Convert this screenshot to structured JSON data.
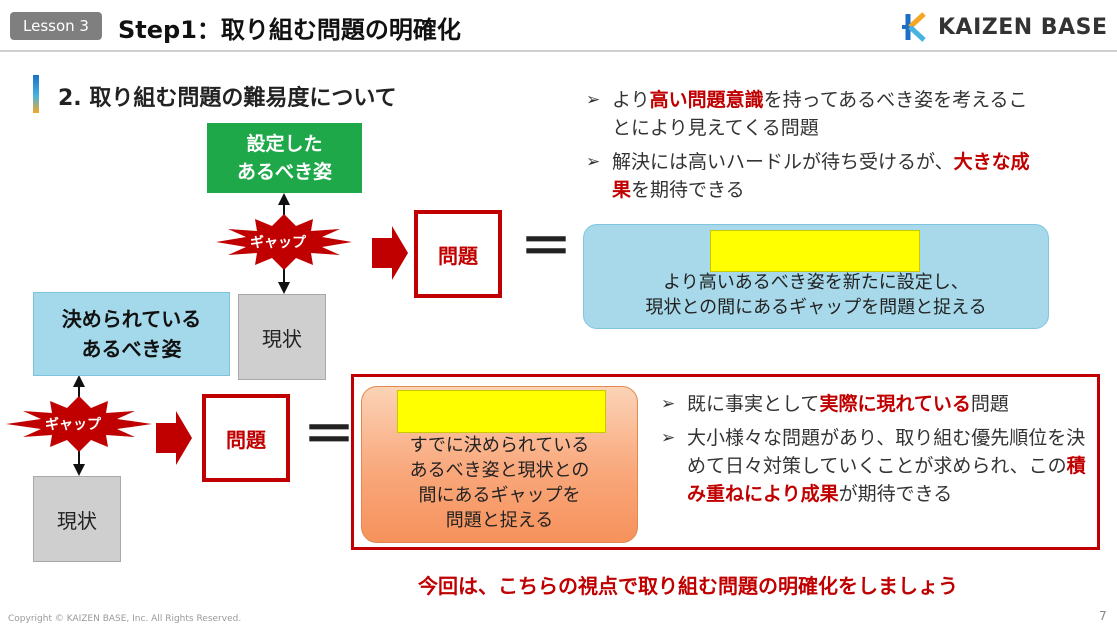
{
  "header": {
    "lesson_badge": "Lesson 3",
    "title": "Step1：取り組む問題の明確化",
    "logo_text": "KAIZEN BASE"
  },
  "section": {
    "title": "2. 取り組む問題の難易度について"
  },
  "top_diagram": {
    "ideal_box": "設定した\nあるべき姿",
    "gap_label": "ギャップ",
    "current_label": "現状",
    "problem_label": "問題",
    "equals": "＝",
    "description": "より高いあるべき姿を新たに設定し、\n現状との間にあるギャップを問題と捉える"
  },
  "top_bullets": [
    {
      "parts": [
        {
          "t": "より"
        },
        {
          "t": "高い問題意識",
          "hl": true
        },
        {
          "t": "を持ってあるべき姿を考えることにより見えてくる問題"
        }
      ]
    },
    {
      "parts": [
        {
          "t": "解決には高いハードルが待ち受けるが、"
        },
        {
          "t": "大きな成果",
          "hl": true
        },
        {
          "t": "を期待できる"
        }
      ]
    }
  ],
  "bottom_diagram": {
    "ideal_box": "決められている\nあるべき姿",
    "gap_label": "ギャップ",
    "current_label": "現状",
    "problem_label": "問題",
    "equals": "＝",
    "description": "すでに決められている\nあるべき姿と現状との\n間にあるギャップを\n問題と捉える"
  },
  "bottom_bullets": [
    {
      "parts": [
        {
          "t": "既に事実として"
        },
        {
          "t": "実際に現れている",
          "hl": true
        },
        {
          "t": "問題"
        }
      ]
    },
    {
      "parts": [
        {
          "t": "大小様々な問題があり、取り組む優先順位を決めて日々対策していくことが求められ、この"
        },
        {
          "t": "積み重ねにより成果",
          "hl": true
        },
        {
          "t": "が期待できる"
        }
      ]
    }
  ],
  "conclusion": "今回は、こちらの視点で取り組む問題の明確化をしましょう",
  "footer": {
    "copyright": "Copyright ©  KAIZEN BASE, Inc.  All Rights Reserved.",
    "page_number": "7"
  },
  "colors": {
    "accent_red": "#c00000",
    "green": "#1fa84a",
    "light_blue": "#a7d9ea",
    "highlight_yellow": "#ffff00"
  }
}
